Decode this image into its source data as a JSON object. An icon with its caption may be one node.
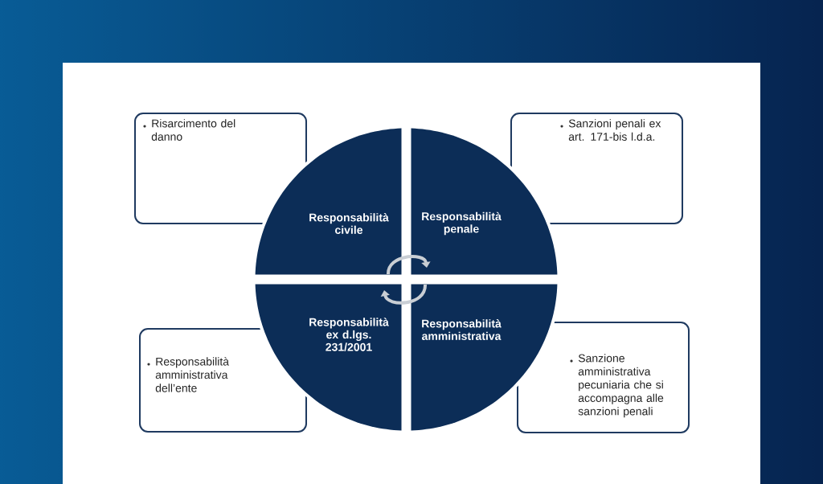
{
  "diagram": {
    "nodes": [
      {
        "text": [
          "Risarcimento del danno"
        ]
      },
      {
        "text": [
          "Sanzioni penali ex art. 171-bis l.d.a."
        ]
      },
      {
        "text": [
          "Responsabilità civile"
        ]
      },
      {
        "text": [
          "Responsabilità penale"
        ]
      },
      {
        "text": [
          "Responsabilità ex d.lgs. 231/2001"
        ]
      },
      {
        "text": [
          "Responsabilità amministrativa"
        ]
      },
      {
        "text": [
          "Responsabilità amministrativa dell’ente"
        ]
      },
      {
        "text": [
          "Sanzione amministrativa pecuniaria che si accompagna alle sanzioni penali"
        ]
      }
    ],
    "edges": [
      {
        "from": 2,
        "to": 3,
        "arrow": "to"
      },
      {
        "from": 5,
        "to": 4,
        "arrow": "to"
      }
    ]
  }
}
